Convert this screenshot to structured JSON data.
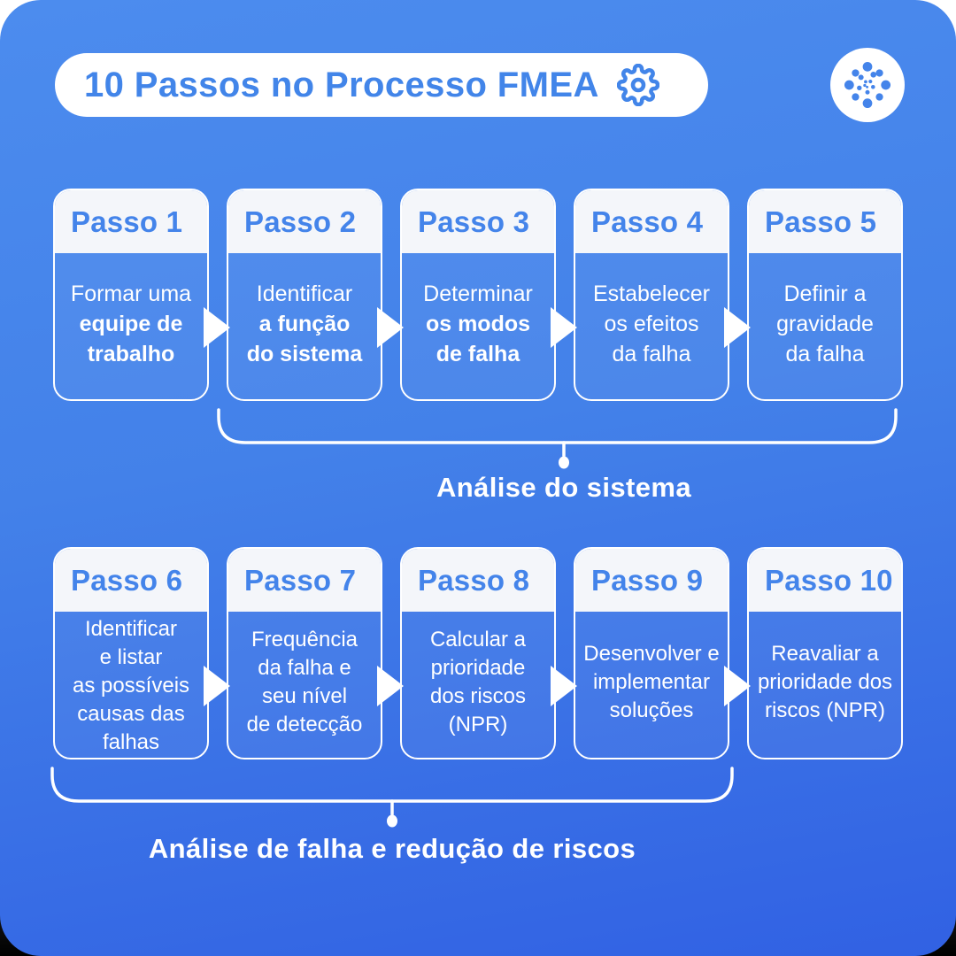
{
  "header": {
    "title": "10 Passos no Processo FMEA",
    "title_icon": "gear-icon",
    "brand_icon": "dot-spiral-logo-icon"
  },
  "steps": [
    {
      "label": "Passo 1",
      "lines": [
        {
          "text": "Formar uma",
          "bold": false
        },
        {
          "text": "equipe de",
          "bold": true
        },
        {
          "text": "trabalho",
          "bold": true
        }
      ]
    },
    {
      "label": "Passo 2",
      "lines": [
        {
          "text": "Identificar",
          "bold": false
        },
        {
          "text": "a função",
          "bold": true
        },
        {
          "text": "do sistema",
          "bold": true
        }
      ]
    },
    {
      "label": "Passo 3",
      "lines": [
        {
          "text": "Determinar",
          "bold": false
        },
        {
          "text": "os modos",
          "bold": true
        },
        {
          "text": "de falha",
          "bold": true
        }
      ]
    },
    {
      "label": "Passo 4",
      "lines": [
        {
          "text": "Estabelecer",
          "bold": false
        },
        {
          "text": "os efeitos",
          "bold": false
        },
        {
          "text": "da falha",
          "bold": false
        }
      ]
    },
    {
      "label": "Passo 5",
      "lines": [
        {
          "text": "Definir a",
          "bold": false
        },
        {
          "text": "gravidade",
          "bold": false
        },
        {
          "text": "da falha",
          "bold": false
        }
      ]
    },
    {
      "label": "Passo 6",
      "lines": [
        {
          "text": "Identificar",
          "bold": false
        },
        {
          "text": "e listar",
          "bold": false
        },
        {
          "text": "as possíveis",
          "bold": false
        },
        {
          "text": "causas das",
          "bold": false
        },
        {
          "text": "falhas",
          "bold": false
        }
      ]
    },
    {
      "label": "Passo 7",
      "lines": [
        {
          "text": "Frequência",
          "bold": false
        },
        {
          "text": "da falha e",
          "bold": false
        },
        {
          "text": "seu nível",
          "bold": false
        },
        {
          "text": "de detecção",
          "bold": false
        }
      ]
    },
    {
      "label": "Passo 8",
      "lines": [
        {
          "text": "Calcular a",
          "bold": false
        },
        {
          "text": "prioridade",
          "bold": false
        },
        {
          "text": "dos riscos",
          "bold": false
        },
        {
          "text": "(NPR)",
          "bold": false
        }
      ]
    },
    {
      "label": "Passo 9",
      "lines": [
        {
          "text": "Desenvolver e",
          "bold": false
        },
        {
          "text": "implementar",
          "bold": false
        },
        {
          "text": "soluções",
          "bold": false
        }
      ]
    },
    {
      "label": "Passo 10",
      "lines": [
        {
          "text": "Reavaliar a",
          "bold": false
        },
        {
          "text": "prioridade dos",
          "bold": false
        },
        {
          "text": "riscos (NPR)",
          "bold": false
        }
      ]
    }
  ],
  "groups": [
    {
      "label": "Análise do sistema"
    },
    {
      "label": "Análise de falha e redução de riscos"
    }
  ],
  "colors": {
    "accent_blue": "#4285e9",
    "background_top": "#4c8cee",
    "background_bottom": "#3161e3",
    "card_header_bg": "#f4f6fa",
    "text_on_blue": "#ffffff"
  }
}
